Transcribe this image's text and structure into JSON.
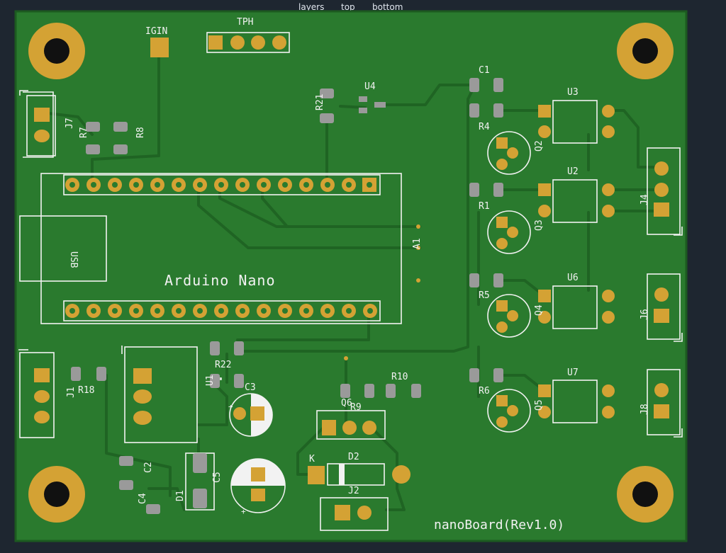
{
  "tabs": [
    {
      "label": "layers",
      "active": false
    },
    {
      "label": "top",
      "active": true
    },
    {
      "label": "bottom",
      "active": false
    }
  ],
  "colors": {
    "background": "#1e2630",
    "board": "#2a7a2e",
    "board_edge": "#1c5a20",
    "pad_gold": "#d4a234",
    "smd_pad": "#9a9a9a",
    "silkscreen": "#f2f2f2",
    "trace": "#1f6423"
  },
  "labels": {
    "igin": "IGIN",
    "tph": "TPH",
    "j7": "J7",
    "r7": "R7",
    "r8": "R8",
    "r21": "R21",
    "u4": "U4",
    "c1": "C1",
    "r4": "R4",
    "u3": "U3",
    "q2": "Q2",
    "u2": "U2",
    "r1": "R1",
    "j4": "J4",
    "q3": "Q3",
    "usb": "USB",
    "a1": "A1",
    "arduino": "Arduino Nano",
    "r5": "R5",
    "u6": "U6",
    "q4": "Q4",
    "j6": "J6",
    "r22": "R22",
    "j1": "J1",
    "r18": "R18",
    "u1": "U1",
    "c3": "C3",
    "r6": "R6",
    "u7": "U7",
    "r10": "R10",
    "q6": "Q6",
    "r9": "R9",
    "q5": "Q5",
    "j8": "J8",
    "c2": "C2",
    "c5": "C5",
    "k": "K",
    "d2": "D2",
    "j2": "J2",
    "c4": "C4",
    "d1": "D1",
    "title": "nanoBoard(Rev1.0)",
    "plus": "+"
  }
}
